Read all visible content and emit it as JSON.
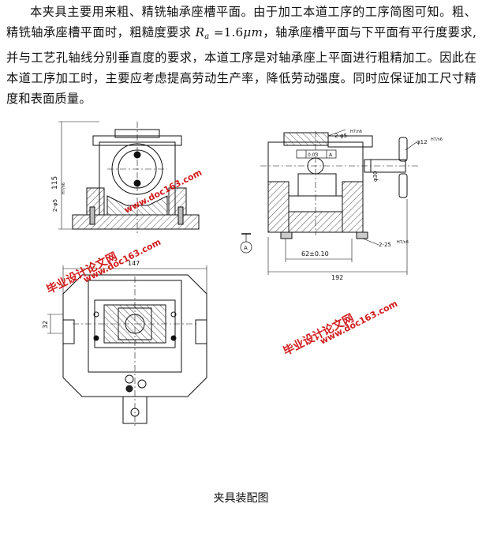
{
  "paragraph": {
    "part1": "本夹具主要用来粗、精铣轴承座槽平面。由于加工本道工序的工序简图可知。粗、精铣轴承座槽平面时，粗糙度要求",
    "ra_symbol": "R",
    "ra_subscript": "a",
    "ra_equals": "=1.6",
    "ra_unit": "μm",
    "part2": "，轴承座槽平面与下平面有平行度要求,并与工艺孔轴线分别垂直度的要求，本道工序是对轴承座上平面进行粗精加工。因此在本道工序加工时，主要应考虑提高劳动生产率，降低劳动强度。同时应保证加工尺寸精度和表面质量。"
  },
  "drawing": {
    "dimensions": {
      "height_115": "115",
      "hole_left": "2-φ5",
      "hole_left_tol": "H7/n6",
      "width_147": "147",
      "offset_32": "32",
      "hole_top": "2-φ5",
      "hole_top_tol": "H7/n6",
      "pin_dia": "φ12",
      "pin_tol": "H7/n6",
      "hole_30": "φ30",
      "perp_tol": "0.03",
      "datum_letter": "A",
      "spacing_62": "62±0.10",
      "hole_bottom": "2-25",
      "hole_bottom_tol": "H7/n6",
      "length_192": "192"
    },
    "watermarks": [
      "毕业设计论文网",
      "www.doc163.com"
    ]
  },
  "caption": "夹具装配图"
}
